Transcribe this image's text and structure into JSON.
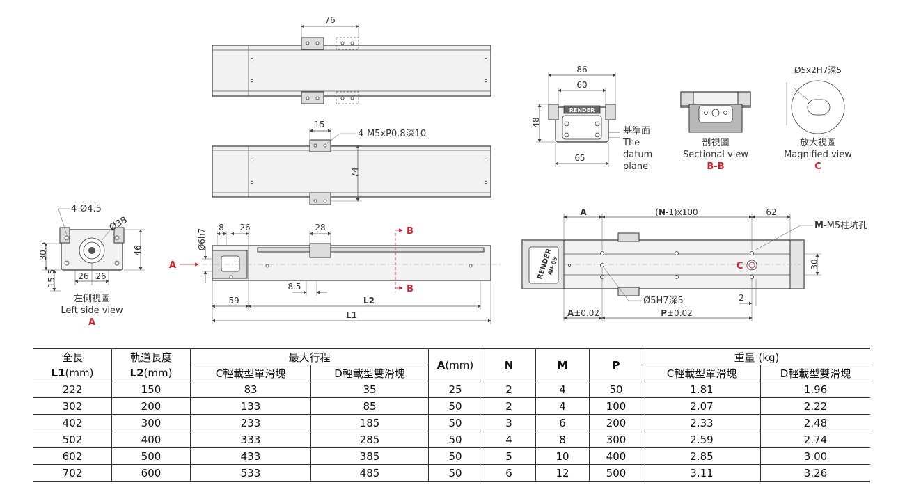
{
  "top_view": {
    "dim_76": "76"
  },
  "mid_view": {
    "dim_15": "15",
    "callout_m5": "4-M5xP0.8深10",
    "dim_74": "74"
  },
  "left_view": {
    "callout_holes": "4-Ø4.5",
    "dim_38": "Ø38",
    "dim_46": "46",
    "dim_30_5": "30.5",
    "dim_15_5": "15.5",
    "dim_26_a": "26",
    "dim_26_b": "26",
    "caption_zh": "左側視圖",
    "caption_en": "Left side view",
    "caption_letter": "A"
  },
  "front_view": {
    "dim_6h7": "Ø6h7",
    "dim_8": "8",
    "dim_26": "26",
    "dim_28": "28",
    "dim_8_5": "8.5",
    "dim_59": "59",
    "dim_L2": "L2",
    "dim_L1": "L1",
    "arrow_A": "A",
    "section_B_top": "B",
    "section_B_bottom": "B"
  },
  "end_view": {
    "dim_86": "86",
    "dim_60": "60",
    "dim_48": "48",
    "dim_65": "65",
    "datum_zh": "基準面",
    "datum_en_1": "The",
    "datum_en_2": "datum",
    "datum_en_3": "plane",
    "badge": "RENDER"
  },
  "section_view": {
    "caption_zh": "剖視圖",
    "caption_en": "Sectional view",
    "caption_letter": "B-B"
  },
  "magnified_view": {
    "dim_hole": "Ø5x2H7深5",
    "caption_zh": "放大視圖",
    "caption_en": "Magnified view",
    "caption_letter": "C"
  },
  "plan_view": {
    "dim_A": "A",
    "dim_pitch_N": "N",
    "dim_pitch_rest": "-1)x100",
    "dim_pitch_open": "(",
    "dim_62": "62",
    "callout_M": "M",
    "callout_M_rest": "-M5柱坑孔",
    "dim_30": "30",
    "callout_pin": "Ø5H7深5",
    "dim_2": "2",
    "tol_A_letter": "A",
    "tol_A_val": "±0.02",
    "tol_P_letter": "P",
    "tol_P_val": "±0.02",
    "marker_C": "C",
    "logo_1": "RENDER",
    "logo_2": "AU-65"
  },
  "table": {
    "h_total_zh": "全長",
    "h_total_en_b": "L1",
    "h_total_en": "(mm)",
    "h_rail_zh": "軌道長度",
    "h_rail_en_b": "L2",
    "h_rail_en": "(mm)",
    "h_stroke": "最大行程",
    "h_stroke_c": "C輕載型單滑塊",
    "h_stroke_d": "D輕載型雙滑塊",
    "h_A_b": "A",
    "h_A": "(mm)",
    "h_N": "N",
    "h_M": "M",
    "h_P": "P",
    "h_weight": "重量 (kg)",
    "h_weight_c": "C輕載型單滑塊",
    "h_weight_d": "D輕載型雙滑塊",
    "rows": [
      [
        "222",
        "150",
        "83",
        "35",
        "25",
        "2",
        "4",
        "50",
        "1.81",
        "1.96"
      ],
      [
        "302",
        "200",
        "133",
        "85",
        "50",
        "2",
        "4",
        "100",
        "2.07",
        "2.22"
      ],
      [
        "402",
        "300",
        "233",
        "185",
        "50",
        "3",
        "6",
        "200",
        "2.33",
        "2.48"
      ],
      [
        "502",
        "400",
        "333",
        "285",
        "50",
        "4",
        "8",
        "300",
        "2.59",
        "2.74"
      ],
      [
        "602",
        "500",
        "433",
        "385",
        "50",
        "5",
        "10",
        "400",
        "2.85",
        "3.00"
      ],
      [
        "702",
        "600",
        "533",
        "485",
        "50",
        "6",
        "12",
        "500",
        "3.11",
        "3.26"
      ]
    ]
  }
}
